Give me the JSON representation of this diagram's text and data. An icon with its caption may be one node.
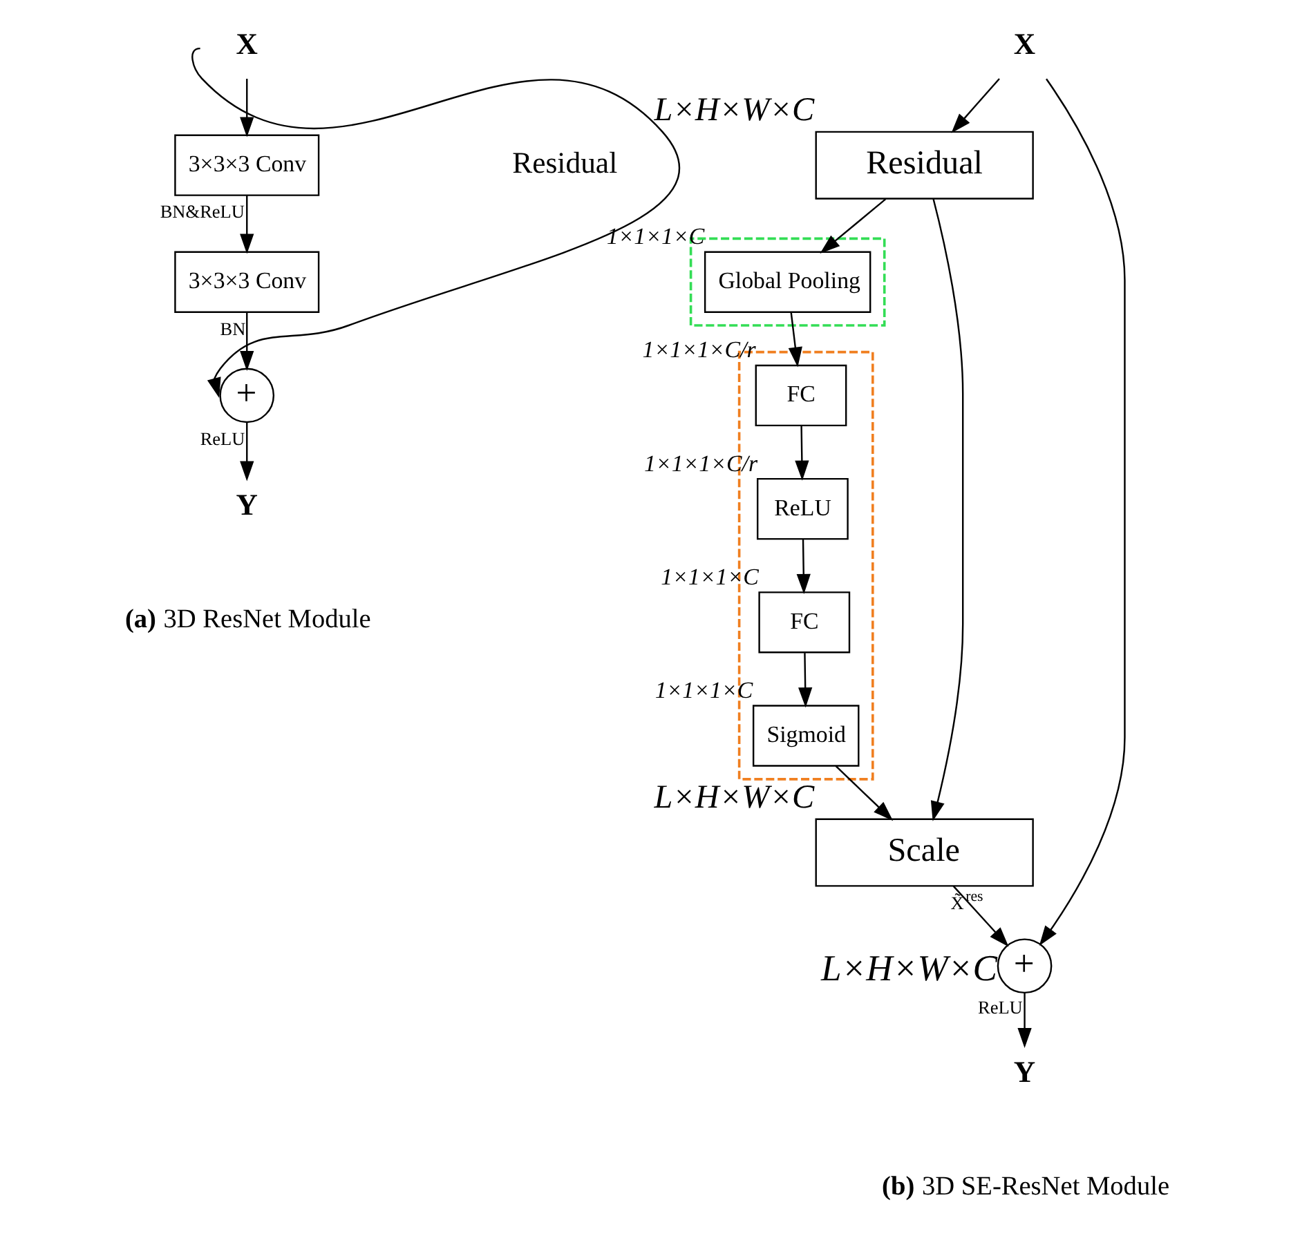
{
  "diagram": {
    "nodes": [
      {
        "text": [
          "X"
        ]
      },
      {
        "text": [
          "3×3×3 Conv"
        ]
      },
      {
        "text": [
          "3×3×3 Conv"
        ]
      },
      {
        "text": [
          "+"
        ]
      },
      {
        "text": [
          "Y"
        ]
      },
      {
        "text": [
          "X"
        ]
      },
      {
        "text": [
          "Residual"
        ],
        "beside": [
          "L×H×W×C"
        ]
      },
      {
        "text": [],
        "shape": "box"
      },
      {
        "text": [
          "Global Pooling"
        ],
        "in": 7,
        "beside": [
          "1×1×1×C"
        ]
      },
      {
        "text": [],
        "shape": "box"
      },
      {
        "text": [
          "FC"
        ],
        "in": 9,
        "beside": [
          "1×1×1×C/r"
        ]
      },
      {
        "text": [
          "ReLU"
        ],
        "in": 9,
        "beside": [
          "1×1×1×C/r"
        ]
      },
      {
        "text": [
          "FC"
        ],
        "in": 9,
        "beside": [
          "1×1×1×C"
        ]
      },
      {
        "text": [
          "Sigmoid"
        ],
        "in": 9,
        "beside": [
          "1×1×1×C"
        ]
      },
      {
        "text": [
          "Scale"
        ],
        "beside": [
          "L×H×W×C"
        ]
      },
      {
        "text": [
          "+"
        ],
        "beside": [
          "L×H×W×C"
        ]
      },
      {
        "text": [
          "Y"
        ]
      }
    ],
    "edges": [
      {
        "from": 0,
        "to": 1,
        "arrow": "to"
      },
      {
        "from": 1,
        "to": 2,
        "arrow": "to",
        "label": "BN&ReLU"
      },
      {
        "from": 2,
        "to": 3,
        "arrow": "to",
        "label": "BN"
      },
      {
        "from": 0,
        "to": 3,
        "arrow": "to"
      },
      {
        "from": 3,
        "to": 4,
        "arrow": "to",
        "label": "ReLU"
      },
      {
        "from": 5,
        "to": 6,
        "arrow": "to"
      },
      {
        "from": 5,
        "to": 15,
        "arrow": "to"
      },
      {
        "from": 6,
        "to": 8,
        "arrow": "to"
      },
      {
        "from": 6,
        "to": 14,
        "arrow": "to"
      },
      {
        "from": 8,
        "to": 10,
        "arrow": "to"
      },
      {
        "from": 10,
        "to": 11,
        "arrow": "to"
      },
      {
        "from": 11,
        "to": 12,
        "arrow": "to"
      },
      {
        "from": 12,
        "to": 13,
        "arrow": "to"
      },
      {
        "from": 13,
        "to": 14,
        "arrow": "to"
      },
      {
        "from": 14,
        "to": 15,
        "arrow": "to",
        "label": "X̃$^{res}$"
      },
      {
        "from": 15,
        "to": 16,
        "arrow": "to",
        "label": "ReLU"
      }
    ],
    "labels": [
      "Residual",
      "**(a)** 3D ResNet Module",
      "**(b)** 3D SE-ResNet Module"
    ]
  }
}
